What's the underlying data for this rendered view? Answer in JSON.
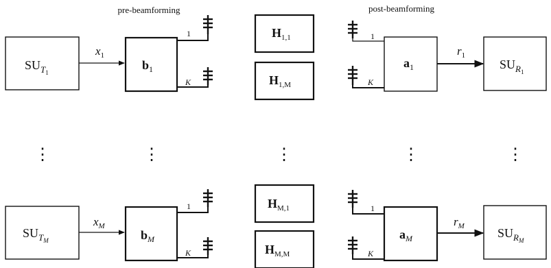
{
  "headers": {
    "pre": "pre-beamforming",
    "post": "post-beamforming"
  },
  "users": [
    {
      "tx": {
        "base": "SU",
        "sub": "T",
        "subsub": "1"
      },
      "signal": {
        "base": "x",
        "sub": "1"
      },
      "precoder": {
        "base": "b",
        "sub": "1"
      },
      "port_first": "1",
      "port_last": "K",
      "combiner": {
        "base": "a",
        "sub": "1"
      },
      "output": {
        "base": "r",
        "sub": "1"
      },
      "rx": {
        "base": "SU",
        "sub": "R",
        "subsub": "1"
      }
    },
    {
      "tx": {
        "base": "SU",
        "sub": "T",
        "subsub": "M"
      },
      "signal": {
        "base": "x",
        "sub": "M"
      },
      "precoder": {
        "base": "b",
        "sub": "M"
      },
      "port_first": "1",
      "port_last": "K",
      "combiner": {
        "base": "a",
        "sub": "M"
      },
      "output": {
        "base": "r",
        "sub": "M"
      },
      "rx": {
        "base": "SU",
        "sub": "R",
        "subsub": "M"
      }
    }
  ],
  "channels": [
    {
      "base": "H",
      "sub": "1,1"
    },
    {
      "base": "H",
      "sub": "1,M"
    },
    {
      "base": "H",
      "sub": "M,1"
    },
    {
      "base": "H",
      "sub": "M,M"
    }
  ],
  "ellipsis": "⋮"
}
